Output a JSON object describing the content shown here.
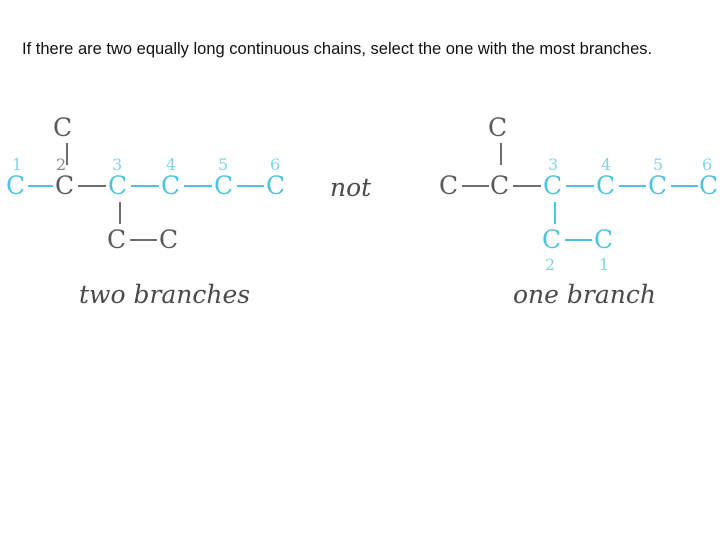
{
  "slide": {
    "caption": "If there are two equally long continuous chains, select the one with the most branches.",
    "connector_label": "not",
    "left_structure": {
      "caption": "two branches",
      "main_chain_atoms": [
        "C",
        "C",
        "C",
        "C",
        "C",
        "C"
      ],
      "main_chain_numbers": [
        "1",
        "2",
        "3",
        "4",
        "5",
        "6"
      ],
      "top_branch_atom": "C",
      "bottom_branch_atoms": [
        "C",
        "C"
      ]
    },
    "right_structure": {
      "caption": "one branch",
      "main_chain_atoms": [
        "C",
        "C",
        "C",
        "C",
        "C",
        "C"
      ],
      "main_chain_numbers": [
        "3",
        "4",
        "5",
        "6"
      ],
      "top_branch_atom": "C",
      "bottom_branch_atoms": [
        "C",
        "C"
      ],
      "bottom_branch_numbers": [
        "2",
        "1"
      ]
    }
  },
  "colors": {
    "highlight": "#4ec3e0",
    "neutral": "#5a5a5a",
    "text": "#111111"
  }
}
